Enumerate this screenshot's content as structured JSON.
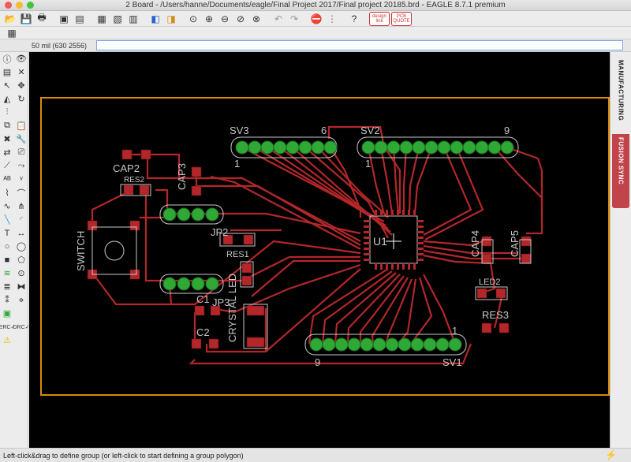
{
  "window": {
    "title": "2 Board - /Users/hanne/Documents/eagle/Final Project 2017/Final project 20185.brd - EAGLE 8.7.1 premium"
  },
  "toolbar": {
    "icons": [
      "open-icon",
      "save-icon",
      "print-icon",
      "cam-icon",
      "pdf-icon",
      "board-icon",
      "schematic-icon",
      "sch-icon",
      "ulp-icon",
      "scr-icon",
      "zoom-fit-icon",
      "zoom-in-icon",
      "zoom-out-icon",
      "zoom-prev-icon",
      "zoom-area-icon",
      "undo-icon",
      "redo-icon",
      "stop-icon",
      "go-icon",
      "help-icon",
      "designlink-icon",
      "pcb-quote-icon"
    ],
    "designlink_label": "design link",
    "pcbquote_label": "PCB QUOTE"
  },
  "command": {
    "grid_readout": "50 mil (630 2556)",
    "input_value": ""
  },
  "right_tabs": {
    "manufacturing": "MANUFACTURING",
    "fusion_sync": "FUSION SYNC"
  },
  "status": {
    "message": "Left-click&drag to define group (or left-click to start defining a group polygon)"
  },
  "board": {
    "labels": {
      "sv3": "SV3",
      "sv3_6": "6",
      "sv3_1": "1",
      "sv2": "SV2",
      "sv2_9": "9",
      "sv2_1": "1",
      "sv1": "SV1",
      "sv1_9": "9",
      "sv1_1": "1",
      "cap2": "CAP2",
      "res2": "RES2",
      "cap3": "CAP3",
      "switch": "SWITCH",
      "jp2": "JP2",
      "res1": "RES1",
      "c1": "C1",
      "jp3": "JP3",
      "c2": "C2",
      "crystal_led": "CRYSTAL LED",
      "u1": "U1",
      "cap4": "CAP4",
      "cap5": "CAP5",
      "led2": "LED2",
      "res3": "RES3"
    },
    "colors": {
      "background": "#000000",
      "outline": "#d98a0a",
      "trace": "#b3272a",
      "pad": "#2fa835",
      "silk": "#c8c8c8"
    }
  }
}
